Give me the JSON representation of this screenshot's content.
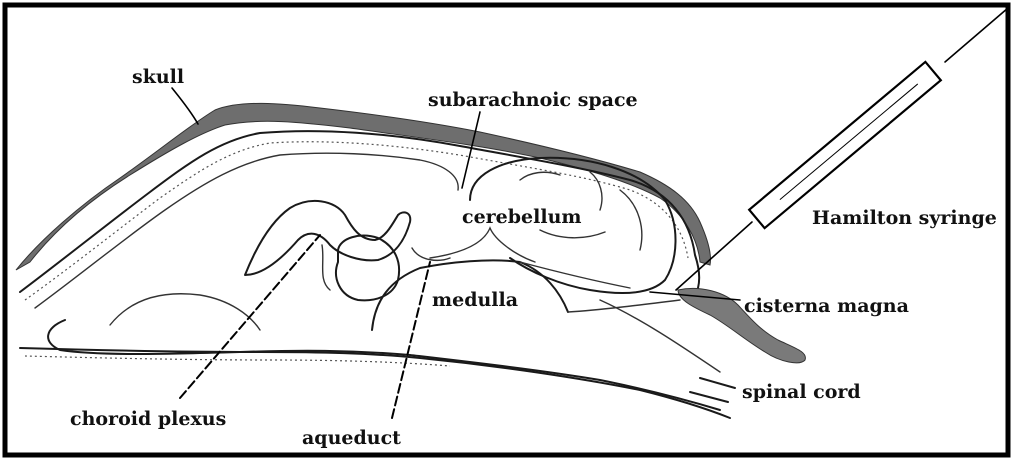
{
  "colors": {
    "skull_fill": "#6e6e6e",
    "cisterna_fill": "#7a7a7a",
    "line": "#1a1a1a",
    "background": "#ffffff"
  },
  "labels": {
    "skull": "skull",
    "subarachnoid_space": "subarachnoic space",
    "cerebellum": "cerebellum",
    "hamilton_syringe": "Hamilton syringe",
    "medulla": "medulla",
    "cisterna_magna": "cisterna magna",
    "spinal_cord": "spinal cord",
    "choroid_plexus": "choroid plexus",
    "aqueduct": "aqueduct"
  }
}
